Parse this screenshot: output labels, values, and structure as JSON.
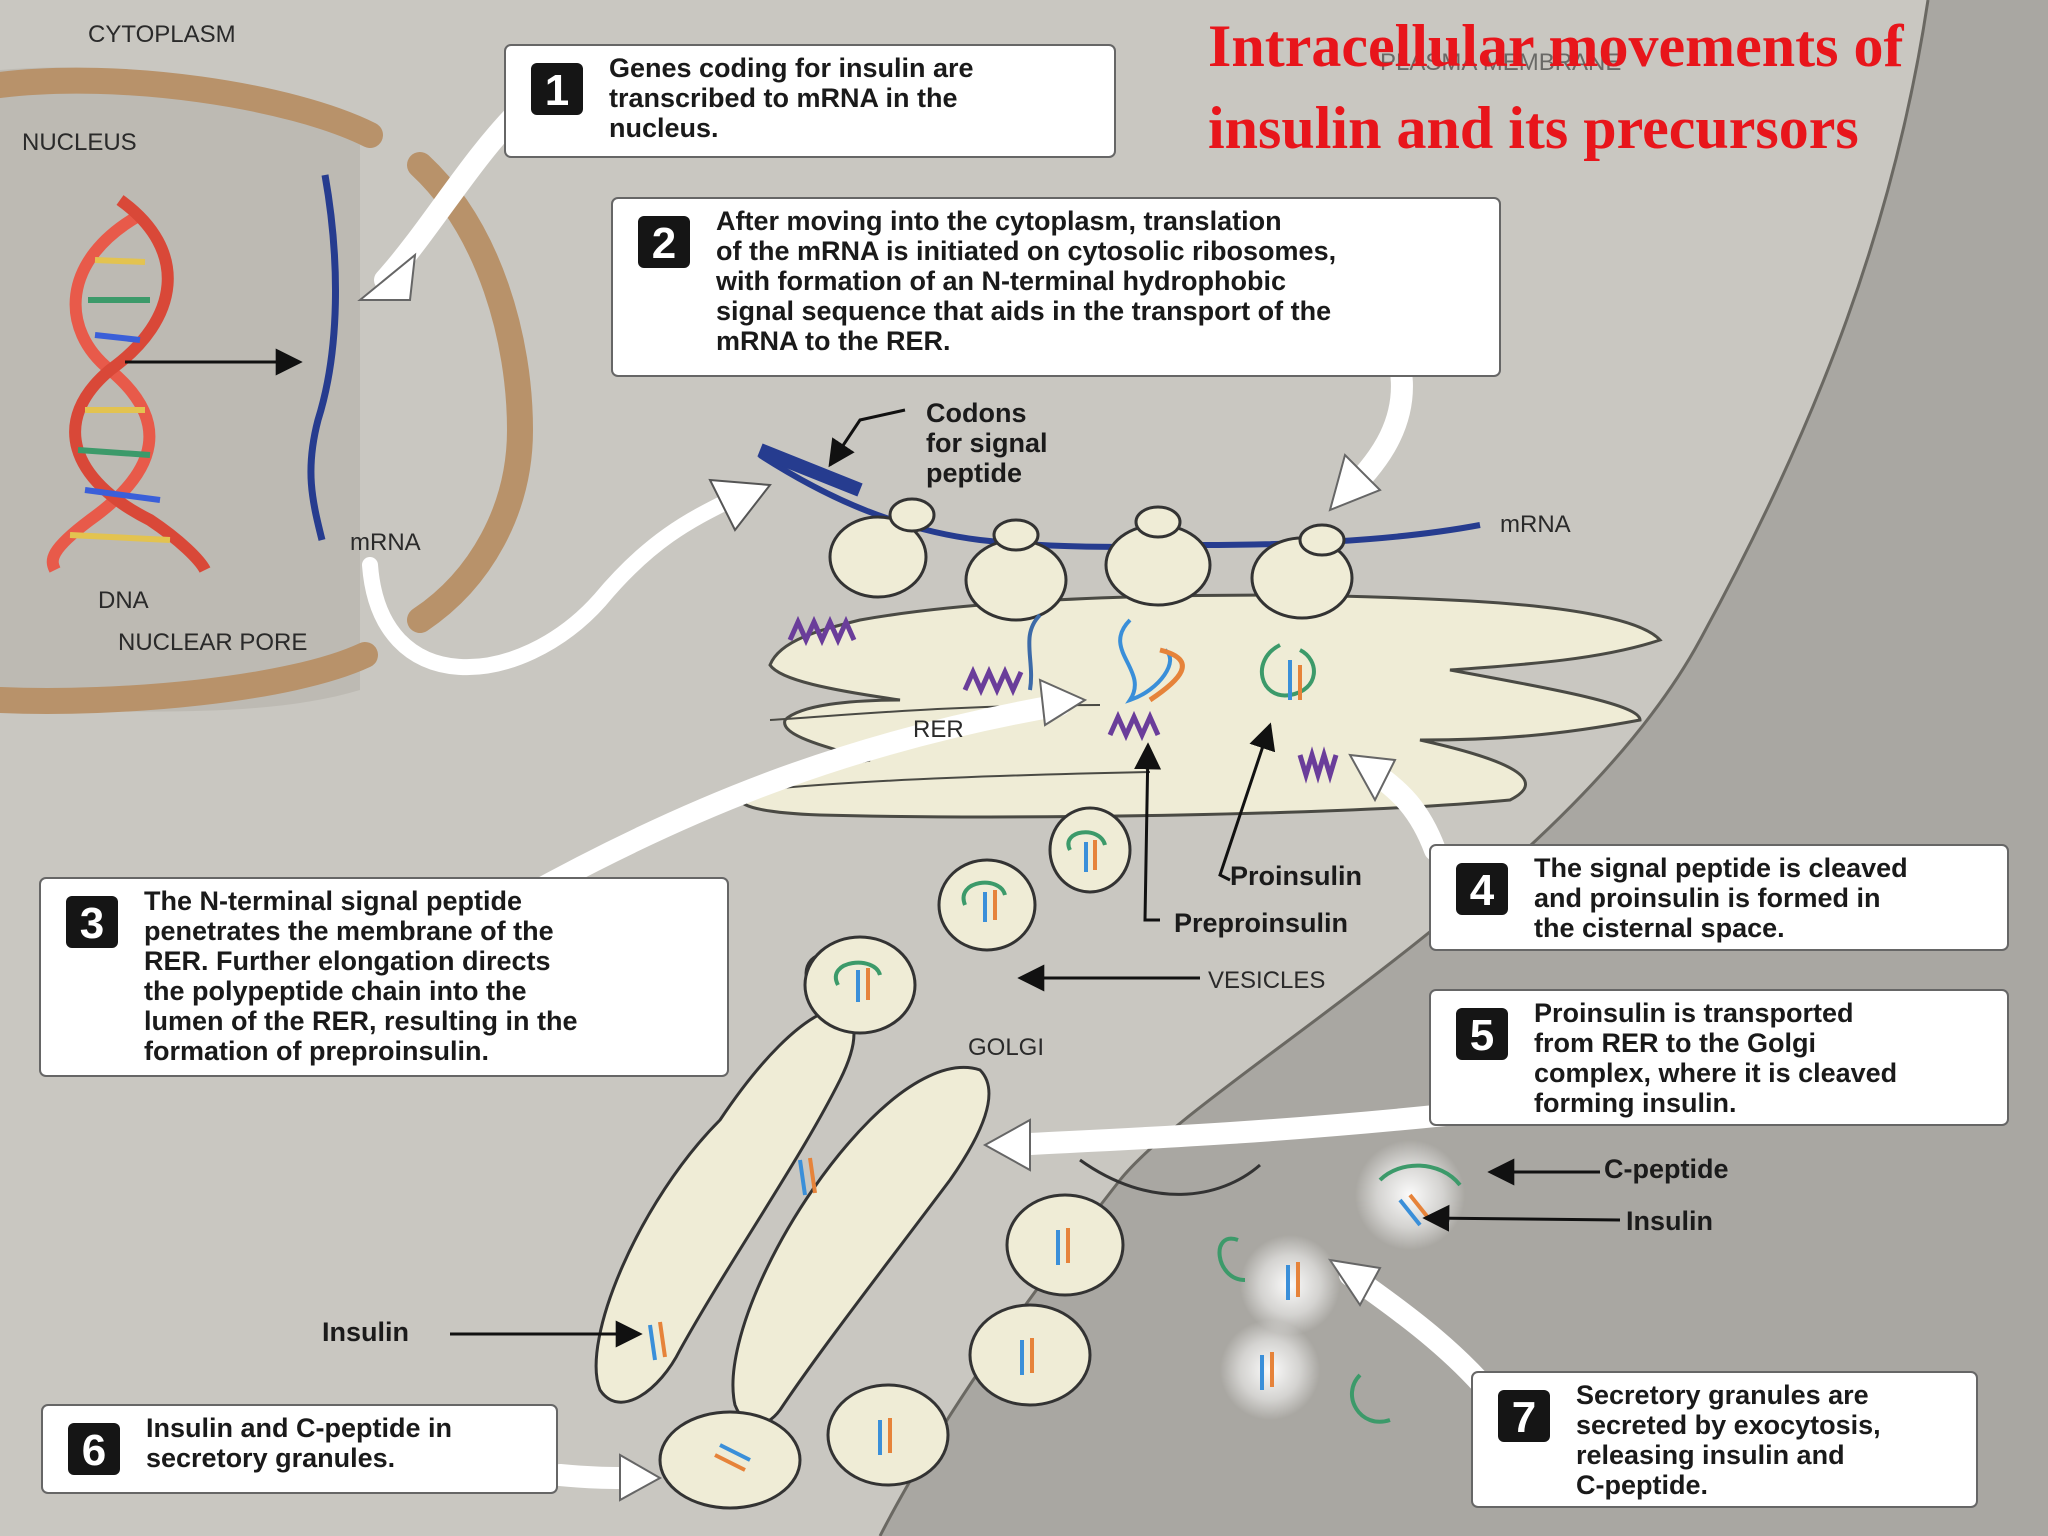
{
  "title": [
    "Intracellular movements of",
    "insulin and its precursors"
  ],
  "labels": {
    "cytoplasm": "CYTOPLASM",
    "nucleus": "NUCLEUS",
    "plasma_membrane": "PLASMA MEMBRANE",
    "dna": "DNA",
    "nuclear_pore": "NUCLEAR PORE",
    "mrna_nucleus": "mRNA",
    "mrna_right": "mRNA",
    "codons": [
      "Codons",
      "for signal",
      "peptide"
    ],
    "rer": "RER",
    "proinsulin": "Proinsulin",
    "preproinsulin": "Preproinsulin",
    "vesicles": "VESICLES",
    "golgi": "GOLGI",
    "c_peptide": "C-peptide",
    "insulin_right": "Insulin",
    "insulin_left": "Insulin"
  },
  "steps": [
    {
      "num": "1",
      "lines": [
        "Genes coding for insulin are",
        "transcribed to mRNA in the",
        "nucleus."
      ]
    },
    {
      "num": "2",
      "lines": [
        "After moving into the cytoplasm, translation",
        "of the mRNA is initiated on cytosolic ribosomes,",
        "with formation of an N-terminal hydrophobic",
        "signal sequence that aids in the transport of the",
        "mRNA to the RER."
      ]
    },
    {
      "num": "3",
      "lines": [
        "The N-terminal signal peptide",
        "penetrates the membrane of the",
        "RER. Further elongation directs",
        "the polypeptide chain into the",
        "lumen of the RER, resulting in the",
        "formation of preproinsulin."
      ]
    },
    {
      "num": "4",
      "lines": [
        "The signal peptide is cleaved",
        "and proinsulin is formed in",
        "the cisternal space."
      ]
    },
    {
      "num": "5",
      "lines": [
        "Proinsulin is transported",
        "from RER to the Golgi",
        "complex, where it is cleaved",
        "forming insulin."
      ]
    },
    {
      "num": "6",
      "lines": [
        "Insulin and C-peptide in",
        "secretory granules."
      ]
    },
    {
      "num": "7",
      "lines": [
        "Secretory granules are",
        "secreted by exocytosis,",
        "releasing insulin and",
        "C-peptide."
      ]
    }
  ],
  "colors": {
    "background": "#a9a7a2",
    "cell_interior": "#c9c7c1",
    "nuclear_envelope": "#b8926a",
    "organelle_fill": "#efecd6",
    "mrna": "#263c8f",
    "title": "#e8151b",
    "insulin_chain_a": "#e6833a",
    "insulin_chain_b": "#3a8fd9",
    "c_peptide": "#3c9a6a",
    "signal_peptide": "#6a3d9a"
  }
}
